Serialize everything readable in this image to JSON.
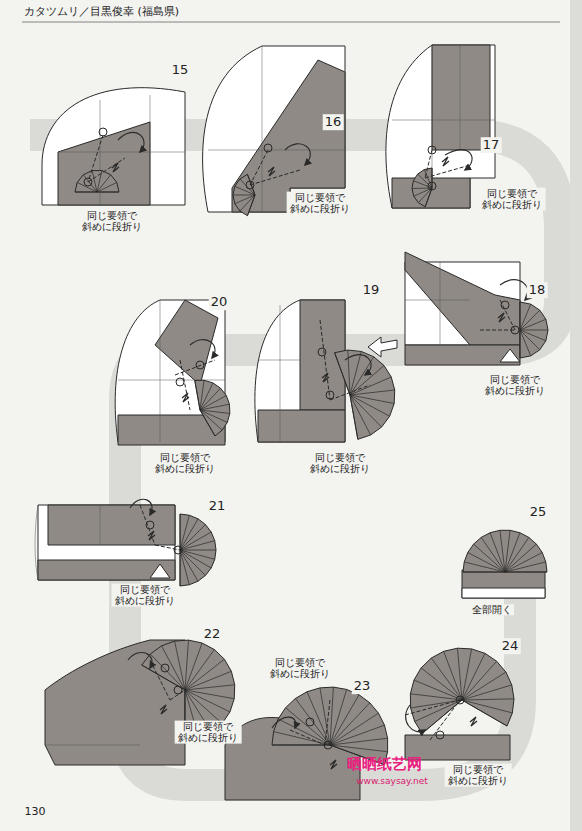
{
  "diagram": {
    "title": "カタツムリ／目黒俊幸 (福島県)",
    "labels": [
      "15",
      "同じ要領で 斜めに段折り",
      "16",
      "同じ要領で 斜めに段折り",
      "17",
      "同じ要領で 斜めに段折り",
      "18",
      "同じ要領で 斜めに段折り",
      "20",
      "同じ要領で 斜めに段折り",
      "19",
      "同じ要領で 斜めに段折り",
      "21",
      "同じ要領で 斜めに段折り",
      "25",
      "全部開く",
      "22",
      "同じ要領で 斜めに段折り",
      "同じ要領で 斜めに段折り",
      "23",
      "24",
      "同じ要領で 斜めに段折り",
      "晒晒纸艺网",
      "www.saysay.net",
      "130"
    ]
  }
}
